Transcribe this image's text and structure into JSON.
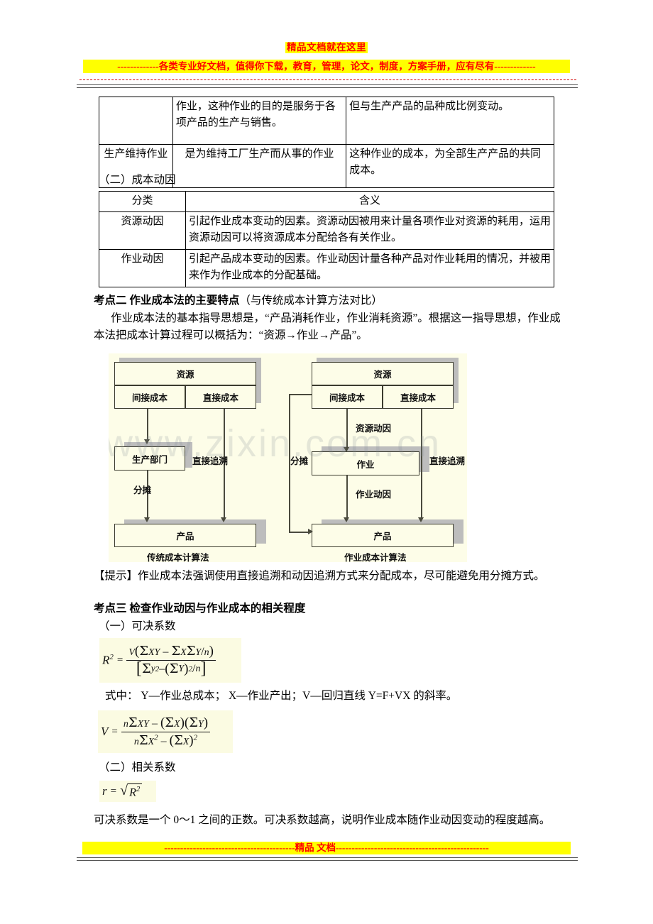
{
  "header": {
    "line1": "精品文档就在这里",
    "line2": "-------------各类专业好文档，值得你下载，教育，管理，论文，制度，方案手册，应有尽有-------------"
  },
  "footer": {
    "text": "-----------------------------------------精品  文档------------------------------------------------"
  },
  "table_activity": {
    "rows": [
      {
        "col1": "",
        "col2": "作业，这种作业的目的是服务于各项产品的生产与销售。",
        "col3": "但与生产产品的品种成比例变动。"
      },
      {
        "col1": "生产维持作业",
        "col2": "是为维持工厂生产而从事的作业",
        "col3": "这种作业的成本，为全部生产产品的共同成本。"
      }
    ]
  },
  "section_cost_driver": {
    "heading": "（二）成本动因",
    "table": {
      "headers": [
        "分类",
        "含义"
      ],
      "rows": [
        {
          "category": "资源动因",
          "meaning": "引起作业成本变动的因素。资源动因被用来计量各项作业对资源的耗用，运用资源动因可以将资源成本分配给各有关作业。"
        },
        {
          "category": "作业动因",
          "meaning": "引起产品成本变动的因素。作业动因计量各种产品对作业耗用的情况，并被用来作为作业成本的分配基础。"
        }
      ]
    }
  },
  "kaodian2": {
    "label": "考点二",
    "title": "作业成本法的主要特点",
    "suffix": "（与传统成本计算方法对比）",
    "para_line1": "作业成本法的基本指导思想是，“产品消耗作业，作业消耗资源”。根据这一指导思想，作业成",
    "para_line2": "本法把成本计算过程可以概括为：“资源→作业→产品”。"
  },
  "diagram": {
    "watermark": "www.zixin.com.cn",
    "left": {
      "resource": "资源",
      "indirect_cost": "间接成本",
      "direct_cost": "直接成本",
      "department": "生产部门",
      "product": "产品",
      "label_allocate": "分摊",
      "label_direct_trace": "直接追溯",
      "caption": "传统成本计算法"
    },
    "right": {
      "resource": "资源",
      "indirect_cost": "间接成本",
      "direct_cost": "直接成本",
      "activity": "作业",
      "product": "产品",
      "label_resource_driver": "资源动因",
      "label_activity_driver": "作业动因",
      "label_allocate": "分摊",
      "label_direct_trace": "直接追溯",
      "caption": "作业成本计算法"
    }
  },
  "tip": {
    "text": "【提示】作业成本法强调使用直接追溯和动因追溯方式来分配成本，尽可能避免用分摊方式。"
  },
  "kaodian3": {
    "label": "考点三",
    "title": "检查作业动因与作业成本的相关程度",
    "sub1": "（一）可决系数",
    "sub2": "（二）相关系数",
    "where_note": "式中： Y—作业总成本； X—作业产出；V—回归直线 Y=F+VX 的斜率。",
    "closing": "可决系数是一个 0～1 之间的正数。可决系数越高，说明作业成本随作业动因变动的程度越高。"
  },
  "formulas": {
    "r2": {
      "lhs": "R",
      "lhs_sup": "2",
      "eq": "=",
      "numerator": "V(ΣXY − ΣXΣY/n)",
      "denominator": "[Σy² − (ΣY)²/n]"
    },
    "v": {
      "lhs": "V",
      "eq": "=",
      "numerator": "nΣXY − (ΣX)(ΣY)",
      "denominator": "nΣX² − (ΣX)²"
    },
    "r": {
      "lhs": "r",
      "eq": "=",
      "expr": "√R²"
    }
  },
  "colors": {
    "highlight": "#ffff00",
    "highlight_text": "#ff0000",
    "diagram_bg": "#fdfde8",
    "formula_bg": "#fbfbe2",
    "box_border": "#3b3b2e",
    "shadow": "#bdbdbd"
  }
}
